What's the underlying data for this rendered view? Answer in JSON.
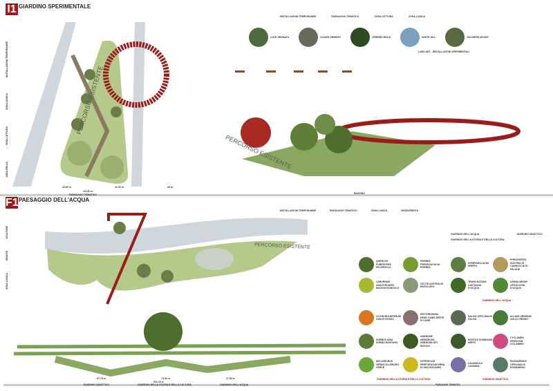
{
  "section1": {
    "badge": "I1",
    "title": "GIARDINO SPERIMENTALE",
    "path_label": "PERCORSO ESISTENTE",
    "side_labels": [
      "AREA RELAX",
      "ZONA LETTURA",
      "ZONA LUDICA",
      "INSTALLAZIONI TEMPORANEE"
    ],
    "dimensions": [
      "44.80 m",
      "42.25 m",
      "45 m",
      "111.80 m"
    ],
    "footer": "PAESAGGIO TEMATICO",
    "right_label": "BOATING",
    "icons_row": [
      "INSTALLAZIONI TEMPORANEE",
      "PAESAGGIO TEMATICO",
      "ZONA LETTURA",
      "ZONA LUDICA"
    ],
    "land_art": [
      "LUCE SEGNATA",
      "OLIVER GRIMSEY",
      "SPIDERS WOLD",
      "WHITE HILL",
      "SOLDIERS MOUNT"
    ],
    "land_art_title": "LAND ART - INSTALLAZIONI SPERIMENTALI"
  },
  "section2": {
    "badge": "F1",
    "title": "PAESAGGIO DELL'ACQUA",
    "path_label": "PERCORSO ESISTENTE",
    "side_labels": [
      "ZONA LUDICA",
      "SEDUTE",
      "SCULTURE"
    ],
    "icons_row": [
      "INSTALLAZIONI TEMPORANEE",
      "PAESAGGIO TEMATICO",
      "ZONA LUDICA",
      "BIODIVERSITA"
    ],
    "legend": [
      "GIARDINO DELL'ACQUA",
      "GIARDINO DIDATTICO",
      "GIARDINO DELLA STORIA E DELLA CULTURA"
    ],
    "dimensions": [
      "67.70 m",
      "74.30 m",
      "77.80 m",
      "201.20 m"
    ],
    "zones": [
      "GIARDINO DIDATTICO",
      "GIARDINO DELLA STORIA E DELLA CULTURA",
      "GIARDINO DELL'ACQUA"
    ],
    "plants_water": [
      {
        "name": "QUERCUS PUBESCENS ROVERELLA",
        "color": "#4f6e2e"
      },
      {
        "name": "ROBINIA PSEUDOACACIA ROBINIA",
        "color": "#7a9a33"
      },
      {
        "name": "NYMPHAEA ALBA NINFEA",
        "color": "#5d7e40"
      },
      {
        "name": "PHRAGMITES AUSTRALIS CANNUCCIA DI PALUDE",
        "color": "#b59a5e"
      },
      {
        "name": "LABURNUM ANAGYROIDES MAGGIOCIONDOLO",
        "color": "#a8b830"
      },
      {
        "name": "CELTIS AUSTRALIS BAGOLARO",
        "color": "#8a9a78"
      },
      {
        "name": "TRAPA NATANS CASTAGNA D'ACQUA",
        "color": "#3f6a2a"
      },
      {
        "name": "LEMNA MINOR LENTICCHIA D'ACQUA",
        "color": "#4f8a36"
      }
    ],
    "water_title": "GIARDINO DELL'ACQUA",
    "plants_history": [
      {
        "name": "LILIUM BULBIFERUM GIGLIO ROSSO",
        "color": "#d8751e"
      },
      {
        "name": "ERYTHRONIUM DENS CANIS DENTE DI CANE",
        "color": "#8a7070"
      },
      {
        "name": "SORBUS ARIA SORBO MONTANO",
        "color": "#5e7a3a"
      },
      {
        "name": "ANEMONE NEMOROSA ANEMONE DEI BOSCHI",
        "color": "#3e5a22"
      },
      {
        "name": "HELLEBORUS VIRIDIS ELLEBORO VERDE",
        "color": "#6aa63a"
      },
      {
        "name": "HYPERICUM PERFORATUM ERBA DI SAN GIOVANNI",
        "color": "#c9b820"
      }
    ],
    "history_title": "GIARDINO DELLA STORIA E DELLA CULTURA",
    "plants_didactic": [
      {
        "name": "SALVIA OFFICINALIS SALVIA",
        "color": "#5a6a50"
      },
      {
        "name": "ALLIUM URSINUM AGLIO ORSINO",
        "color": "#4a7a3a"
      },
      {
        "name": "MYRTUS COMMUNIS MIRTO",
        "color": "#3e5a2a"
      },
      {
        "name": "CYCLAMEN PERSICUM CICLAMINO",
        "color": "#d04a80"
      },
      {
        "name": "LAVANDULA LAVANDA",
        "color": "#7a70a8"
      },
      {
        "name": "ROSMARINUS OFFICINALIS ROSMARINO",
        "color": "#5a7a6a"
      }
    ],
    "didactic_title": "GIARDINO DIDATTICO",
    "footer": "PAESAGGI TEMATICI"
  }
}
